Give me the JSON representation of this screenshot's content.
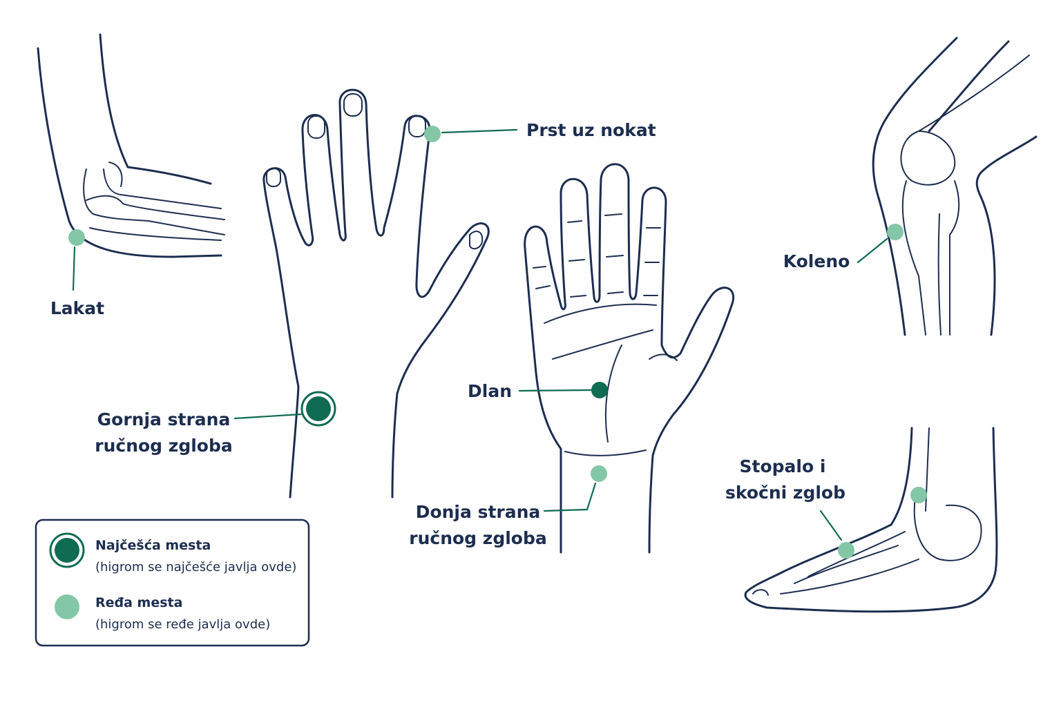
{
  "colors": {
    "line": "#1c2d4f",
    "common_marker": "#0f6b52",
    "rare_marker": "#84c7a6",
    "leader": "#0f6b52"
  },
  "labels": {
    "elbow": "Lakat",
    "finger": "Prst uz nokat",
    "knee": "Koleno",
    "wrist_top_line1": "Gornja strana",
    "wrist_top_line2": "ručnog zgloba",
    "palm": "Dlan",
    "wrist_bottom_line1": "Donja strana",
    "wrist_bottom_line2": "ručnog zgloba",
    "foot_line1": "Stopalo i",
    "foot_line2": "skočni zglob"
  },
  "legend": {
    "common": {
      "title": "Najčešća mesta",
      "desc": "(higrom se najčešće javlja ovde)",
      "icon": "dark-green-circle"
    },
    "rare": {
      "title": "Ređa mesta",
      "desc": "(higrom se ređe javlja ovde)",
      "icon": "light-green-circle"
    }
  },
  "markers": [
    {
      "site": "elbow",
      "frequency": "rare"
    },
    {
      "site": "finger",
      "frequency": "rare"
    },
    {
      "site": "knee",
      "frequency": "rare"
    },
    {
      "site": "wrist-top",
      "frequency": "common"
    },
    {
      "site": "palm",
      "frequency": "common"
    },
    {
      "site": "wrist-bottom",
      "frequency": "rare"
    },
    {
      "site": "ankle",
      "frequency": "rare"
    },
    {
      "site": "foot",
      "frequency": "rare"
    }
  ]
}
